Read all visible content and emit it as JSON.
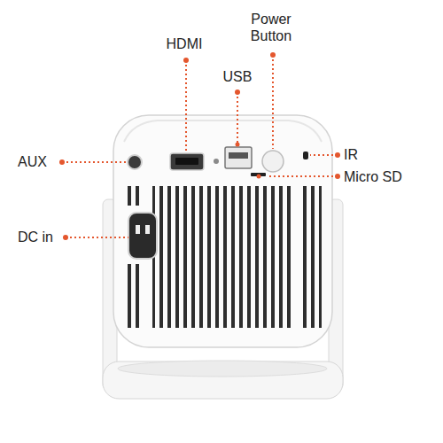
{
  "diagram": {
    "labels": [
      "Power Button",
      "HDMI",
      "USB",
      "IR",
      "AUX",
      "Micro SD",
      "DC in"
    ]
  }
}
